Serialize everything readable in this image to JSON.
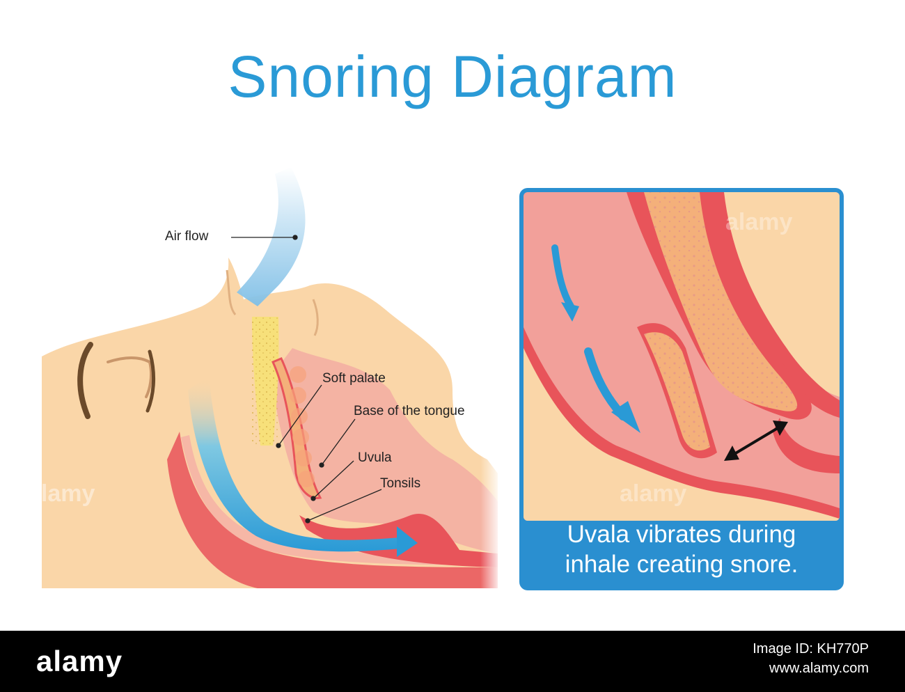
{
  "title": "Snoring Diagram",
  "labels": {
    "air_flow": "Air flow",
    "soft_palate": "Soft palate",
    "base_of_tongue": "Base of  the tongue",
    "uvula": "Uvula",
    "tonsils": "Tonsils"
  },
  "inset_caption": {
    "line1": "Uvala vibrates during",
    "line2": "inhale creating snore."
  },
  "watermark": "alamy",
  "footer": {
    "logo": "alamy",
    "image_id": "Image ID: KH770P",
    "site": "www.alamy.com"
  },
  "colors": {
    "title": "#2a9ad6",
    "skin": "#fad6a8",
    "airway_blue": "#2a9ad6",
    "tissue_red": "#e8545a",
    "inset_bg": "#f2a09a",
    "inset_border": "#2a8fd0"
  }
}
